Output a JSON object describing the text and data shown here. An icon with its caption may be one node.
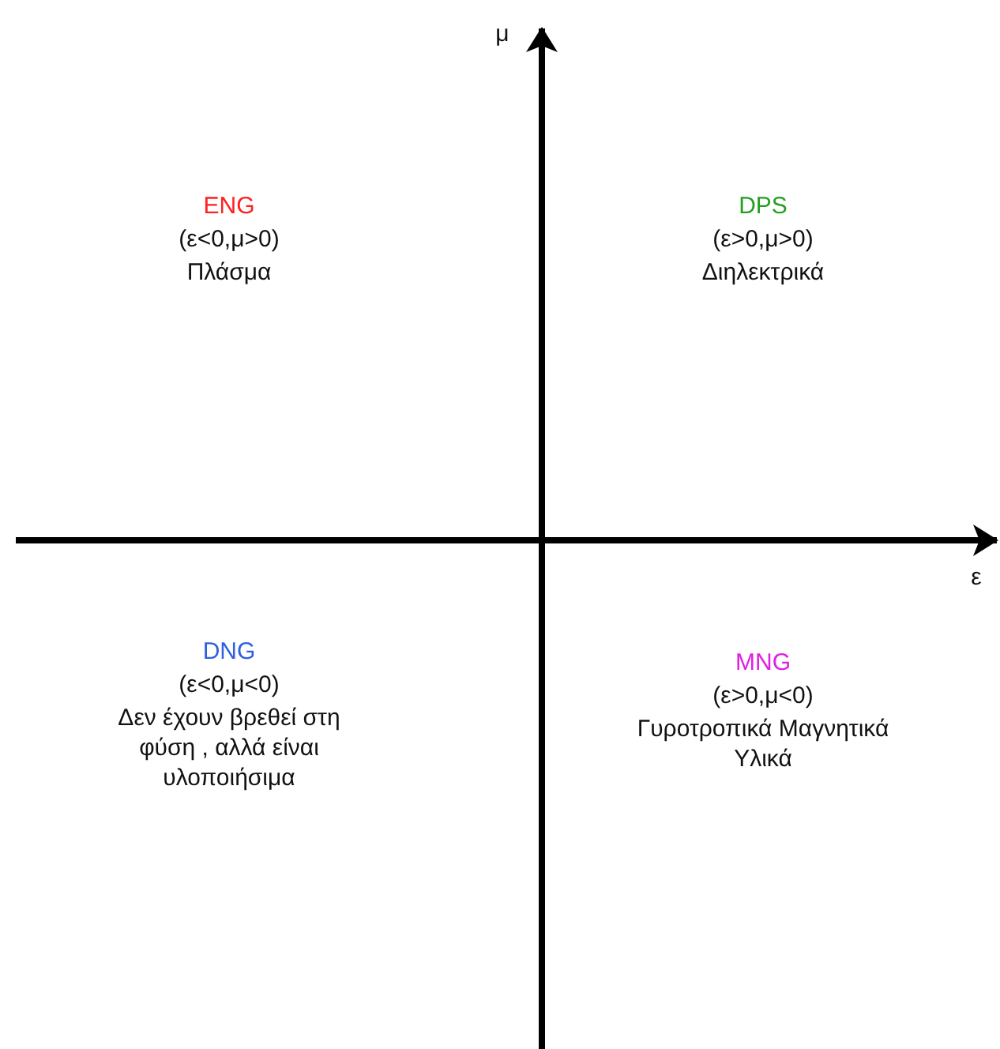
{
  "diagram": {
    "labels": [
      "μ",
      "ENG",
      "(ε<0,μ>0)",
      "Πλάσμα",
      "DPS",
      "(ε>0,μ>0)",
      "Διηλεκτρικά",
      "ε",
      "DNG",
      "(ε<0,μ<0)",
      "Δεν έχουν βρεθεί στη φύση , αλλά είναι υλοποιήσιμα",
      "MNG",
      "(ε>0,μ<0)",
      "Γυροτροπικά Μαγνητικά Υλικά"
    ]
  }
}
